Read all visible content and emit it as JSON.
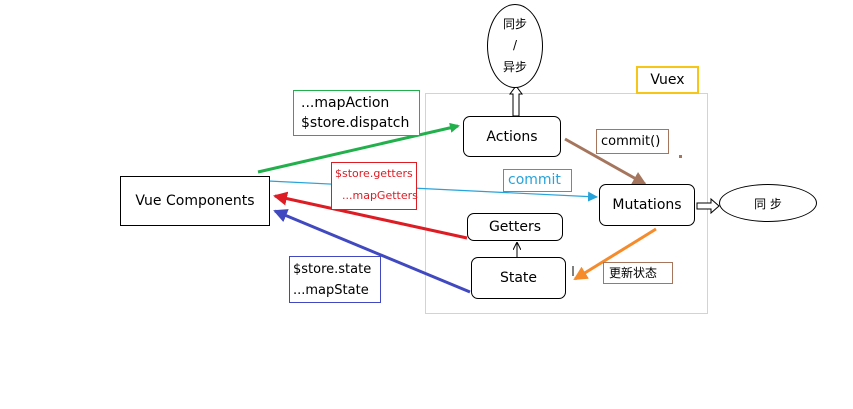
{
  "colors": {
    "green": "#21b04b",
    "red": "#dd1c24",
    "blue": "#4049c0",
    "cyan": "#27a3dc",
    "brown": "#a5765d",
    "orange": "#f68b2b",
    "yellow": "#f5c518"
  },
  "nodes": {
    "vue_components": "Vue Components",
    "actions": "Actions",
    "mutations": "Mutations",
    "getters": "Getters",
    "state": "State"
  },
  "vuex_label": "Vuex",
  "sync_async": {
    "top": "同步",
    "mid": "/",
    "bottom": "异步"
  },
  "sync_label": "同 步",
  "edge_labels": {
    "map_action": "...mapAction",
    "store_dispatch": "$store.dispatch",
    "store_getters": "$store.getters",
    "map_getters": "...mapGetters",
    "store_state": "$store.state",
    "map_state": "...mapState",
    "commit_call": "commit()",
    "commit": "commit",
    "update_state": "更新状态"
  }
}
